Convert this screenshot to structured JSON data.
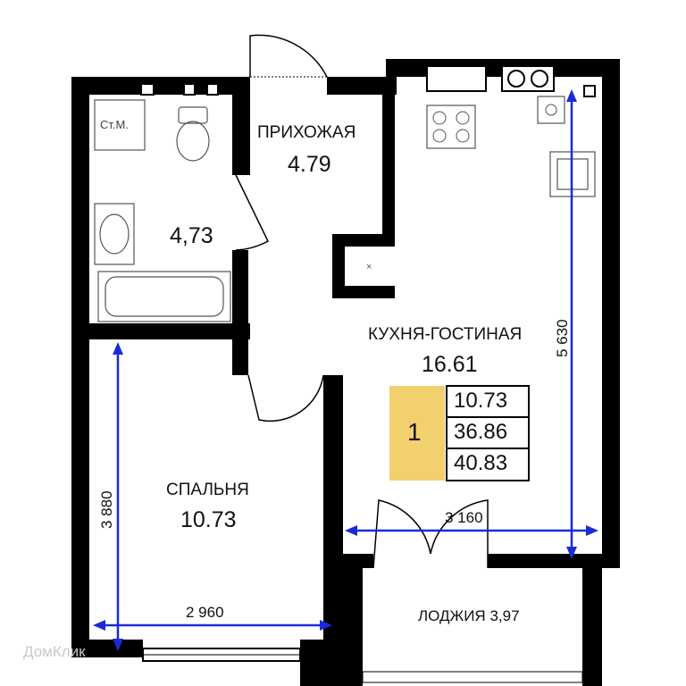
{
  "rooms": {
    "hallway": {
      "name": "ПРИХОЖАЯ",
      "area": "4.79"
    },
    "bathroom": {
      "area": "4,73",
      "closet": "Ст.М."
    },
    "kitchen_living": {
      "name": "КУХНЯ-ГОСТИНАЯ",
      "area": "16.61"
    },
    "bedroom": {
      "name": "СПАЛЬНЯ",
      "area": "10.73"
    },
    "loggia": {
      "name": "ЛОДЖИЯ",
      "area": "3,97"
    }
  },
  "dimensions": {
    "kitchen_height": "5 630",
    "kitchen_width": "3 160",
    "bedroom_height": "3 880",
    "bedroom_width": "2 960"
  },
  "legend": {
    "rooms_count": "1",
    "living_area": "10.73",
    "total_area": "36.86",
    "total_with_loggia": "40.83",
    "accent_color": "#f3d06e"
  },
  "colors": {
    "walls": "#000000",
    "dimension_lines": "#1a2bd6"
  },
  "watermark": "ДомКлик"
}
